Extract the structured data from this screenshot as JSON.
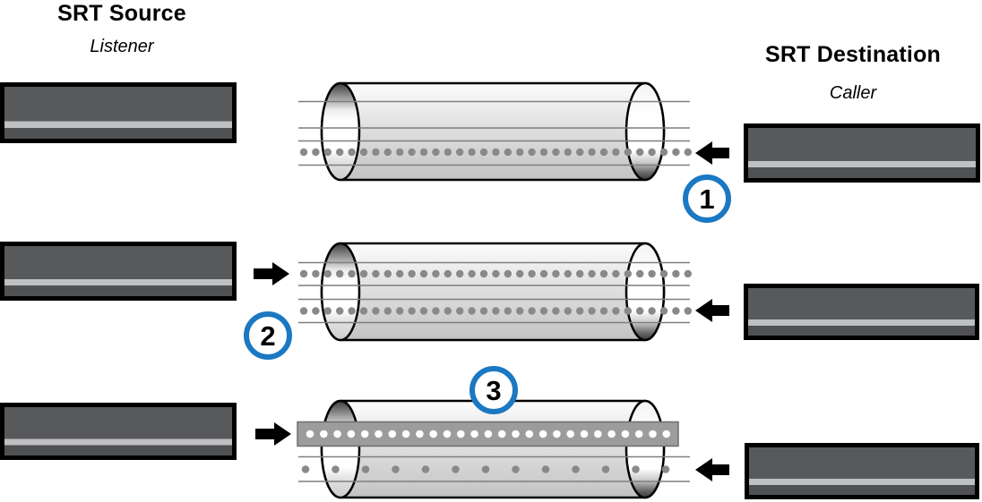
{
  "header": {
    "source_title": "SRT Source",
    "source_role": "Listener",
    "destination_title": "SRT Destination",
    "destination_role": "Caller"
  },
  "stages": [
    {
      "number": "1"
    },
    {
      "number": "2"
    },
    {
      "number": "3"
    }
  ],
  "colors": {
    "accent_blue": "#1b78c2",
    "device_gray": "#58595b",
    "device_stripe": "#bfc0c2",
    "packet_dot": "#898989",
    "stream_band": "#9c9c9c",
    "channel_line": "#7f7f7f"
  }
}
